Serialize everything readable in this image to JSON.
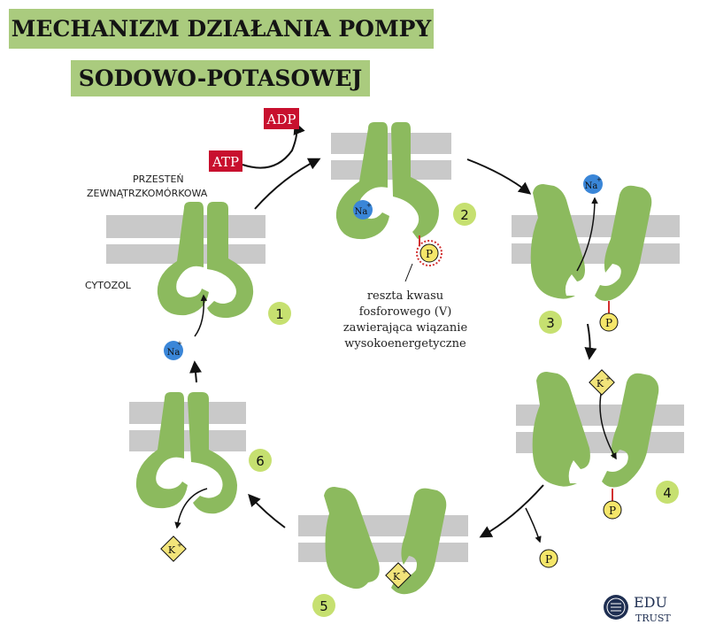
{
  "title": {
    "line1": "MECHANIZM DZIAŁANIA POMPY",
    "line2": "SODOWO-POTASOWEJ"
  },
  "labels": {
    "extracellular_line1": "PRZESTEŃ",
    "extracellular_line2": "ZEWNĄTRZKOMÓRKOWA",
    "cytosol": "CYTOZOL",
    "atp": "ATP",
    "adp": "ADP",
    "phosphate_note": [
      "reszta kwasu",
      "fosforowego (V)",
      "zawierająca wiązanie",
      "wysokoenergetyczne"
    ]
  },
  "ions": {
    "sodium": "Na",
    "sodium_charge": "+",
    "potassium": "K",
    "potassium_charge": "+",
    "phosphate": "P"
  },
  "steps": [
    "1",
    "2",
    "3",
    "4",
    "5",
    "6"
  ],
  "logo": {
    "line1": "EDU",
    "line2": "TRUST"
  },
  "colors": {
    "protein": "#8cba5e",
    "membrane": "#c9c9c9",
    "title_bg": "#aacb7e",
    "atp": "#c8102e",
    "step_badge": "#c6e070",
    "sodium": "#3a86d8",
    "potassium": "#f2e47a",
    "phosphate": "#f5e66a"
  }
}
